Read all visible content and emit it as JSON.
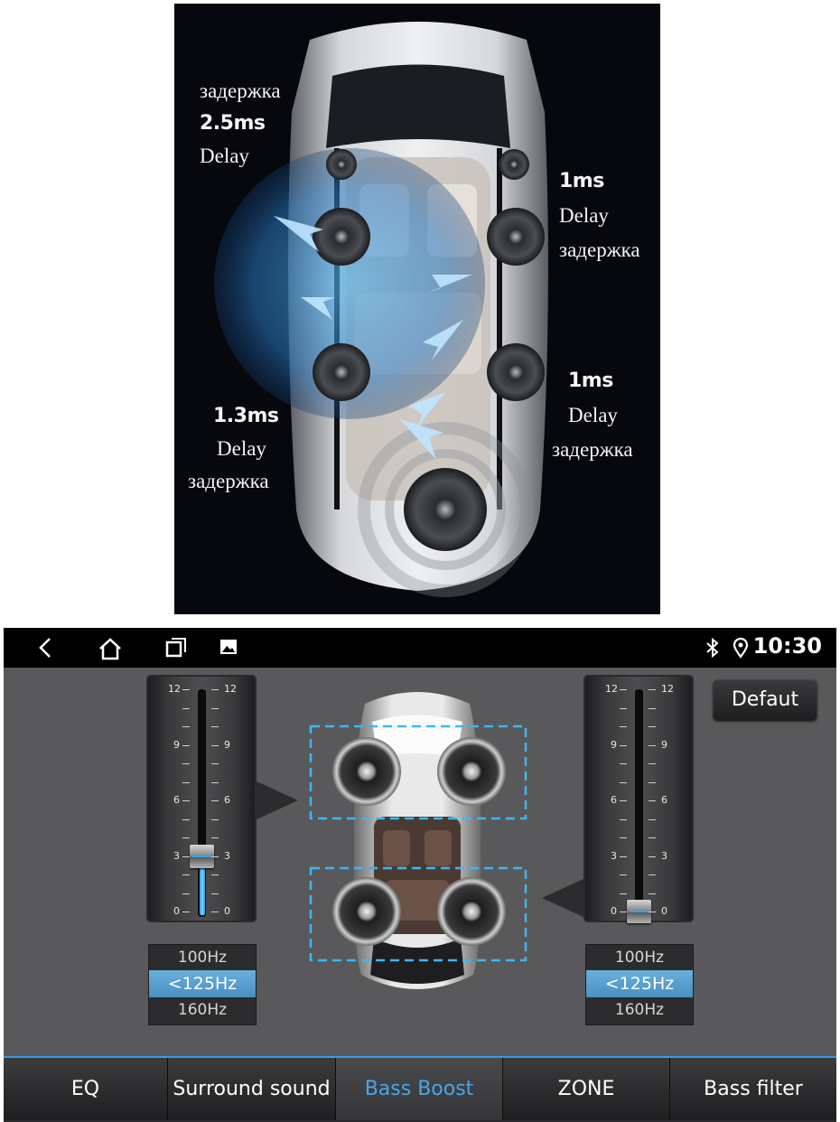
{
  "illustration": {
    "labels": [
      {
        "ru": "задержка",
        "ms": "2.5ms",
        "en": "Delay"
      },
      {
        "ms": "1ms",
        "en": "Delay",
        "ru": "задержка"
      },
      {
        "ms": "1.3ms",
        "en": "Delay",
        "ru": "задержка"
      },
      {
        "ms": "1ms",
        "en": "Delay",
        "ru": "задержка"
      }
    ]
  },
  "statusbar": {
    "icons": [
      "back-icon",
      "home-icon",
      "recent-apps-icon",
      "screenshot-icon",
      "bluetooth-icon",
      "location-icon"
    ],
    "time": "10:30"
  },
  "left_slider": {
    "ticks": [
      "12",
      "9",
      "6",
      "3",
      "0"
    ],
    "value": 3,
    "max": 12,
    "freqs": [
      "100Hz",
      "<125Hz",
      "160Hz"
    ],
    "selected": "<125Hz"
  },
  "right_slider": {
    "ticks": [
      "12",
      "9",
      "6",
      "3",
      "0"
    ],
    "value": 0,
    "max": 12,
    "freqs": [
      "100Hz",
      "<125Hz",
      "160Hz"
    ],
    "selected": "<125Hz"
  },
  "default_button": "Defaut",
  "tabs": [
    {
      "label": "EQ",
      "active": false
    },
    {
      "label": "Surround sound",
      "active": false
    },
    {
      "label": "Bass Boost",
      "active": true
    },
    {
      "label": "ZONE",
      "active": false
    },
    {
      "label": "Bass filter",
      "active": false
    }
  ],
  "colors": {
    "accent": "#48a6e8",
    "panel": "#59595b",
    "zone_dash": "#3fb6f0"
  }
}
